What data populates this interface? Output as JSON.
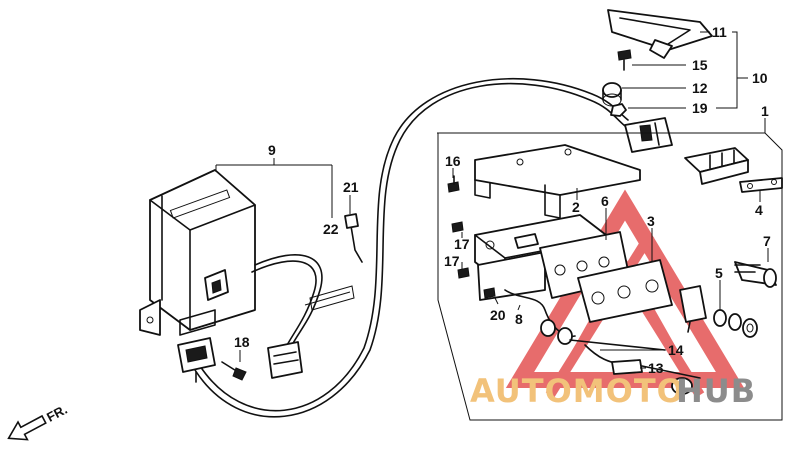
{
  "callouts": {
    "c1": "1",
    "c2": "2",
    "c3": "3",
    "c4": "4",
    "c5": "5",
    "c6": "6",
    "c7": "7",
    "c8": "8",
    "c9": "9",
    "c10": "10",
    "c11": "11",
    "c12": "12",
    "c13": "13",
    "c14": "14",
    "c15": "15",
    "c16": "16",
    "c17a": "17",
    "c17b": "17",
    "c18": "18",
    "c19": "19",
    "c20": "20",
    "c21": "21",
    "c22": "22"
  },
  "direction_label": "FR.",
  "watermark": {
    "part1": "AUTOMOTO",
    "part2": "HUB",
    "color1": "#f2c27a",
    "color2": "#8c8c8c",
    "logo_color": "#e03c3c"
  }
}
